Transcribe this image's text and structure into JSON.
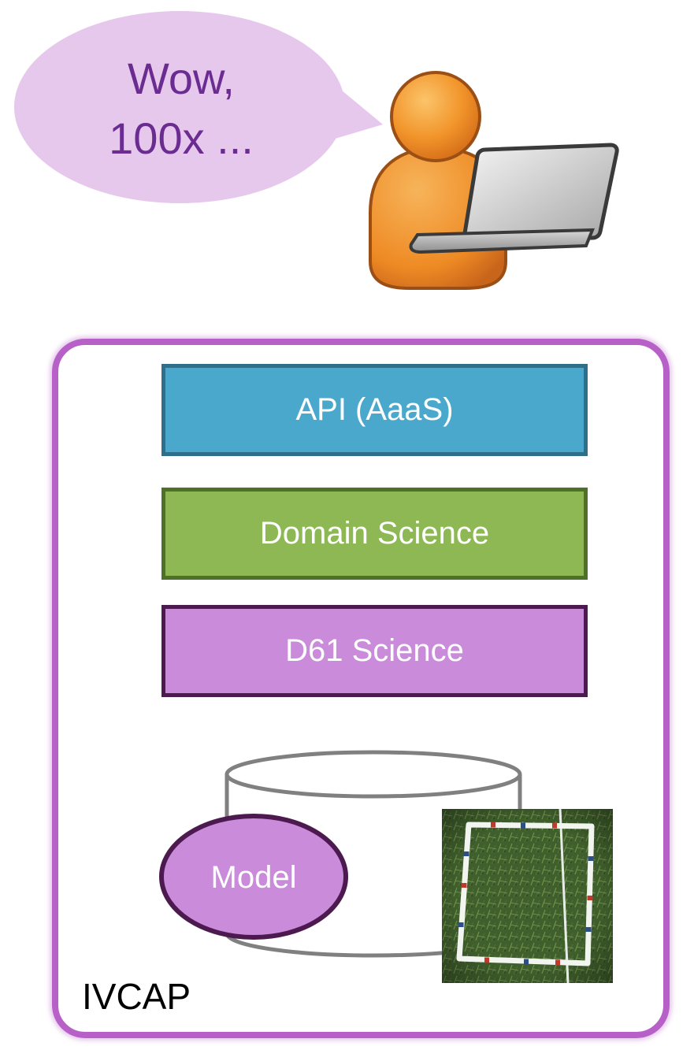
{
  "speech_bubble": {
    "line1": "Wow,",
    "line2": "100x ..."
  },
  "platform": {
    "name": "IVCAP",
    "layers": [
      {
        "label": "API (AaaS)",
        "color": "#4aa8cc"
      },
      {
        "label": "Domain Science",
        "color": "#8db853"
      },
      {
        "label": "D61 Science",
        "color": "#c98bda"
      }
    ],
    "model_label": "Model"
  },
  "icons": {
    "person": "user-with-laptop-icon",
    "storage": "database-cylinder-icon",
    "photo": "seagrass-quadrat-photo"
  },
  "colors": {
    "frame": "#b760c8",
    "bubble": "#e6c8ec",
    "bubble_text": "#6b2c91"
  }
}
